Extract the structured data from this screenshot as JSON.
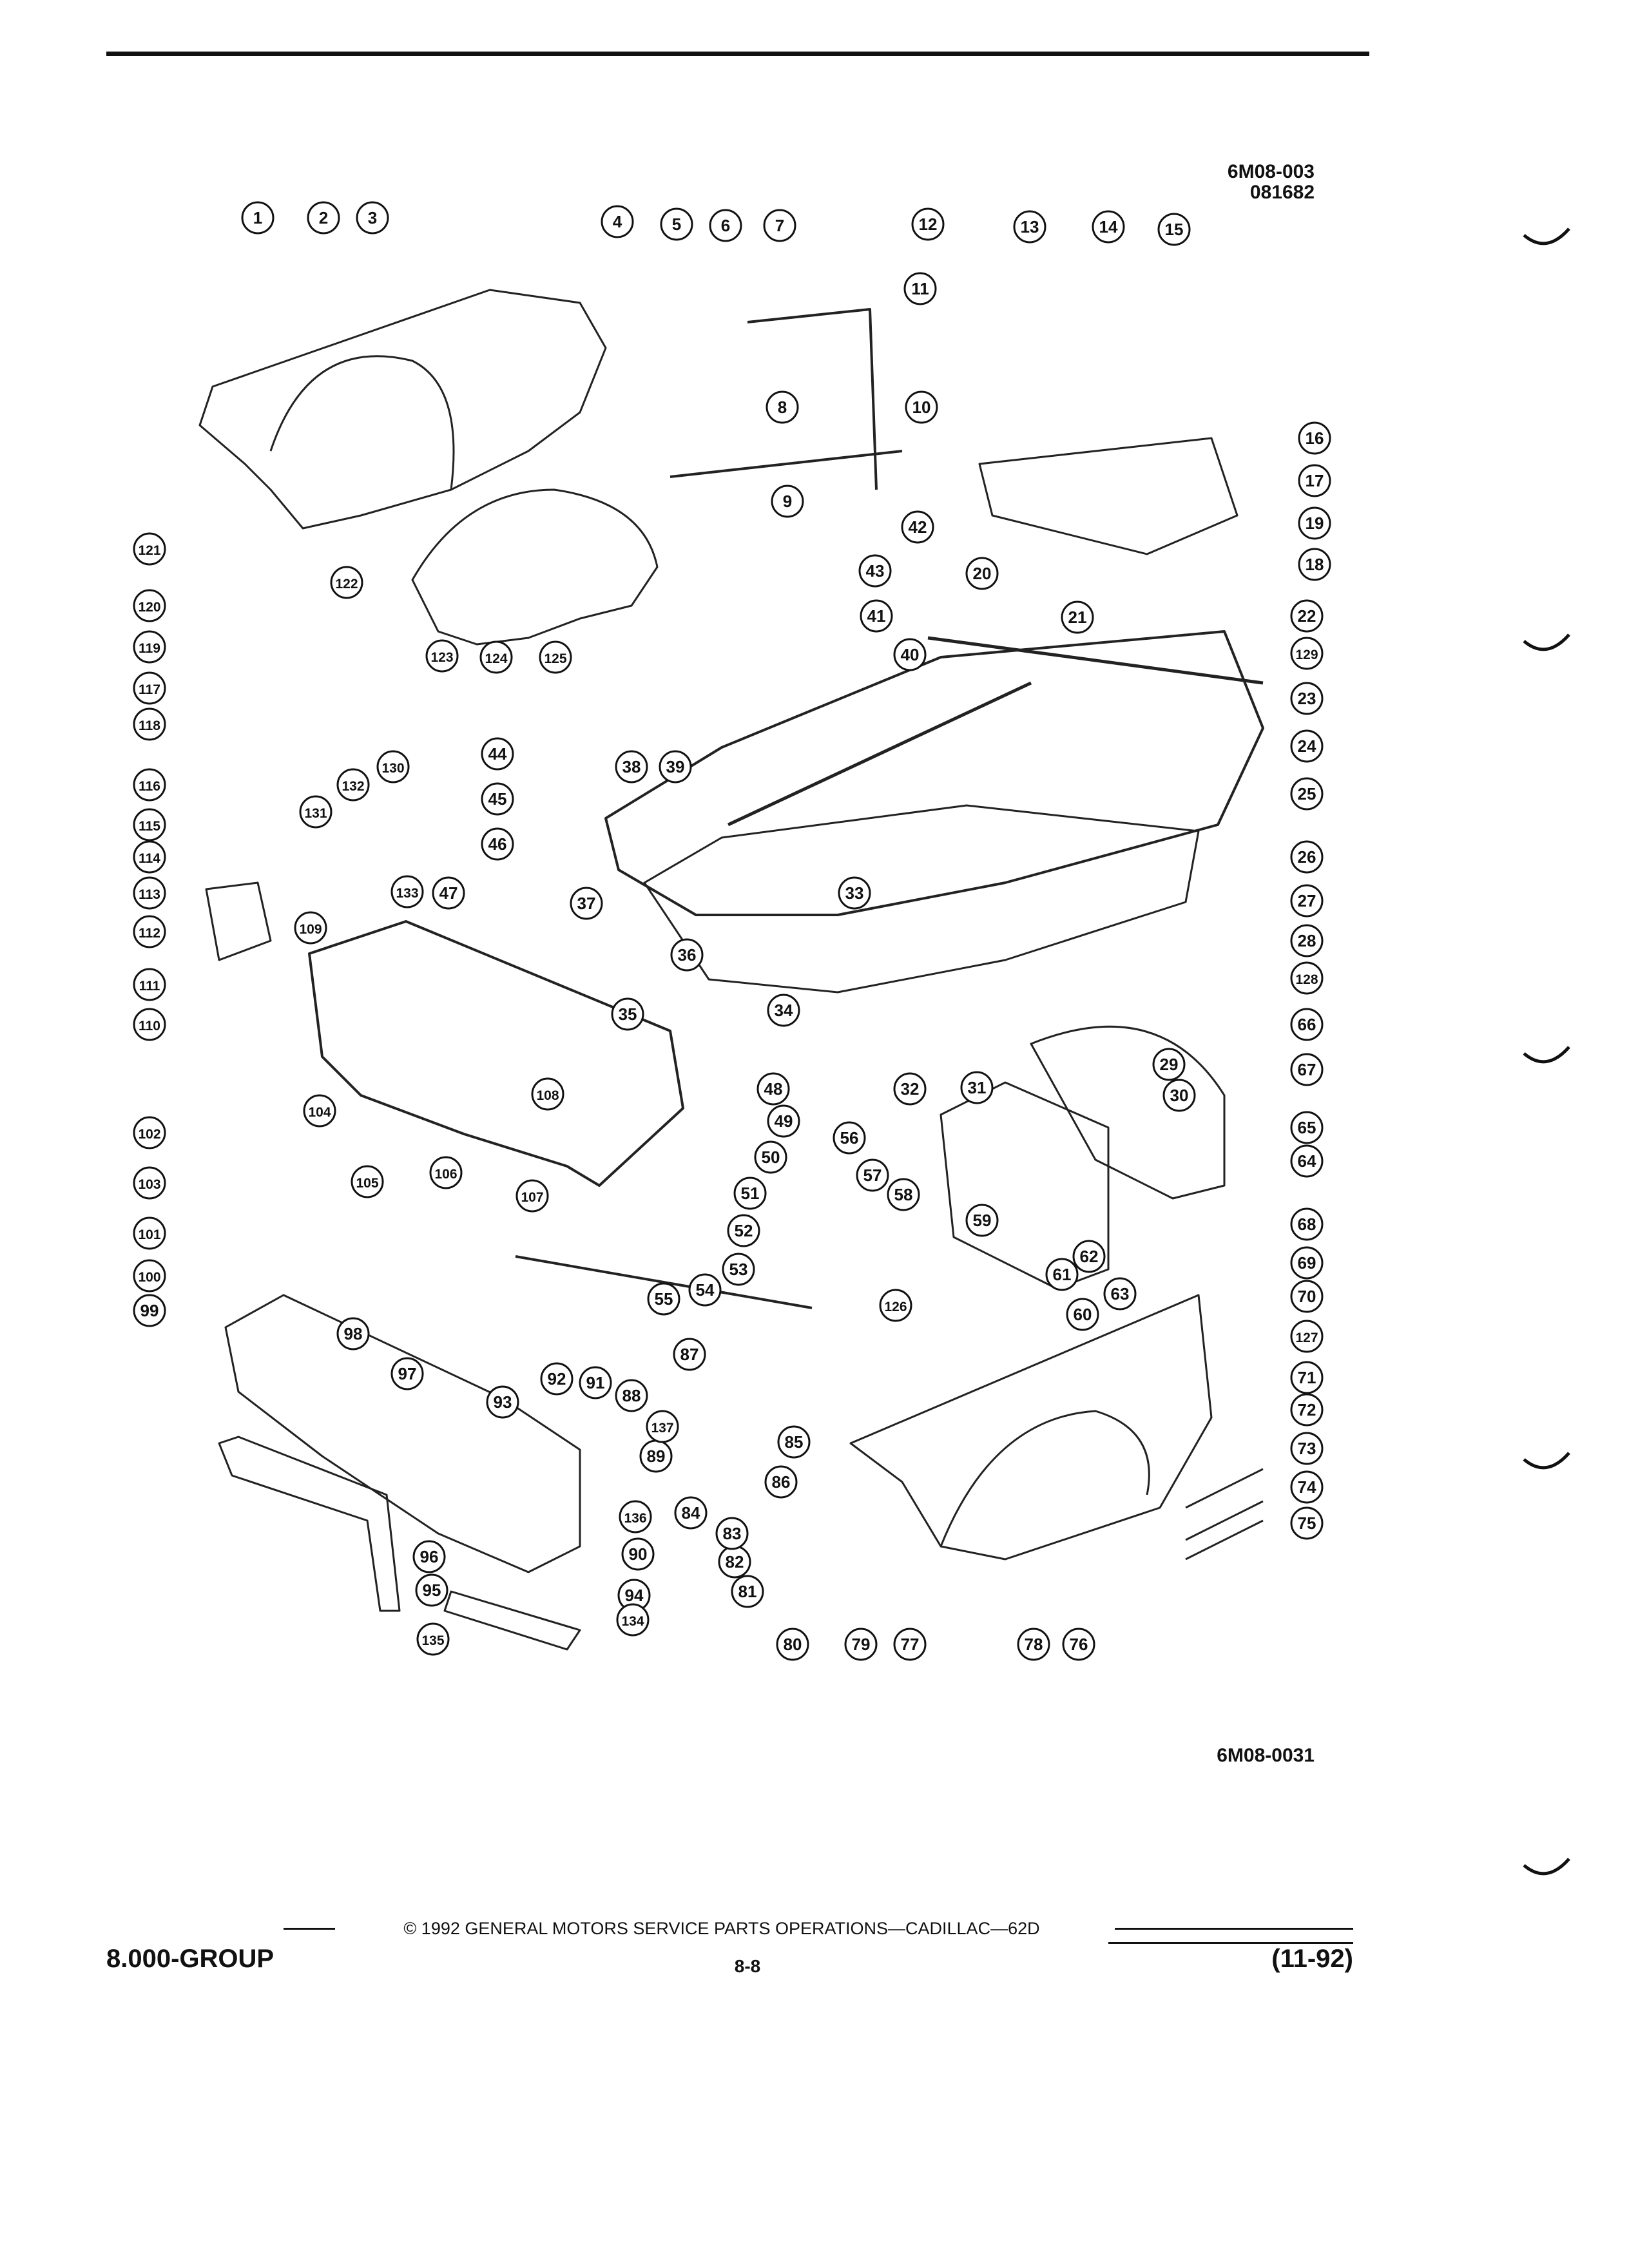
{
  "header": {
    "code_line_1": "6M08-003",
    "code_line_2": "081682"
  },
  "diagram": {
    "callouts": [
      "1",
      "2",
      "3",
      "4",
      "5",
      "6",
      "7",
      "8",
      "9",
      "10",
      "11",
      "12",
      "13",
      "14",
      "15",
      "16",
      "17",
      "18",
      "19",
      "20",
      "21",
      "22",
      "23",
      "24",
      "25",
      "26",
      "27",
      "28",
      "29",
      "30",
      "31",
      "32",
      "33",
      "34",
      "35",
      "36",
      "37",
      "38",
      "39",
      "40",
      "41",
      "42",
      "43",
      "44",
      "45",
      "46",
      "47",
      "48",
      "49",
      "50",
      "51",
      "52",
      "53",
      "54",
      "55",
      "56",
      "57",
      "58",
      "59",
      "60",
      "61",
      "62",
      "63",
      "64",
      "65",
      "66",
      "67",
      "68",
      "69",
      "70",
      "71",
      "72",
      "73",
      "74",
      "75",
      "76",
      "77",
      "78",
      "79",
      "80",
      "81",
      "82",
      "83",
      "84",
      "85",
      "86",
      "87",
      "88",
      "89",
      "90",
      "91",
      "92",
      "93",
      "94",
      "95",
      "96",
      "97",
      "98",
      "99",
      "100",
      "101",
      "102",
      "103",
      "104",
      "105",
      "106",
      "107",
      "108",
      "109",
      "110",
      "111",
      "112",
      "113",
      "114",
      "115",
      "116",
      "117",
      "118",
      "119",
      "120",
      "121",
      "122",
      "123",
      "124",
      "125",
      "126",
      "127",
      "128",
      "129",
      "130",
      "131",
      "132",
      "133",
      "134",
      "135",
      "136",
      "137"
    ],
    "figure_code": "6M08-0031"
  },
  "footer": {
    "copyright": "© 1992 GENERAL MOTORS SERVICE PARTS OPERATIONS—CADILLAC—62D",
    "group": "8.000-GROUP",
    "page": "8-8",
    "date": "(11-92)"
  }
}
